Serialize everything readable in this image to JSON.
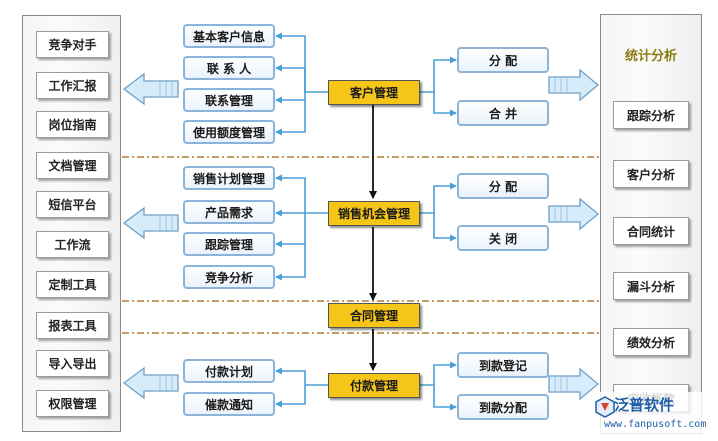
{
  "colors": {
    "connector": "#4a9fd8",
    "main_arrow": "#111111",
    "divider": "#b07a3a",
    "core_fill": "#f5c518",
    "box_border": "#8ab4d8",
    "hollow_arrow_fill": "#d7ecfa",
    "hollow_arrow_border": "#6f9fc6"
  },
  "left_panel": {
    "items": [
      "竞争对手",
      "工作汇报",
      "岗位指南",
      "文档管理",
      "短信平台",
      "工作流",
      "定制工具",
      "报表工具",
      "导入导出",
      "权限管理"
    ]
  },
  "right_panel": {
    "title": "统计分析",
    "items": [
      "跟踪分析",
      "客户分析",
      "合同统计",
      "漏斗分析",
      "绩效分析",
      "应收帐款"
    ]
  },
  "core": {
    "customer": "客户管理",
    "opportunity": "销售机会管理",
    "contract": "合同管理",
    "payment": "付款管理"
  },
  "sections": {
    "customer": {
      "left": [
        "基本客户信息",
        "联 系 人",
        "联系管理",
        "使用额度管理"
      ],
      "right": [
        "分 配",
        "合 并"
      ]
    },
    "opportunity": {
      "left": [
        "销售计划管理",
        "产品需求",
        "跟踪管理",
        "竞争分析"
      ],
      "right": [
        "分 配",
        "关 闭"
      ]
    },
    "payment": {
      "left": [
        "付款计划",
        "催款通知"
      ],
      "right": [
        "到款登记",
        "到款分配"
      ]
    }
  },
  "watermark": {
    "brand": "泛普软件",
    "url": "www.fanpusoft.com"
  }
}
